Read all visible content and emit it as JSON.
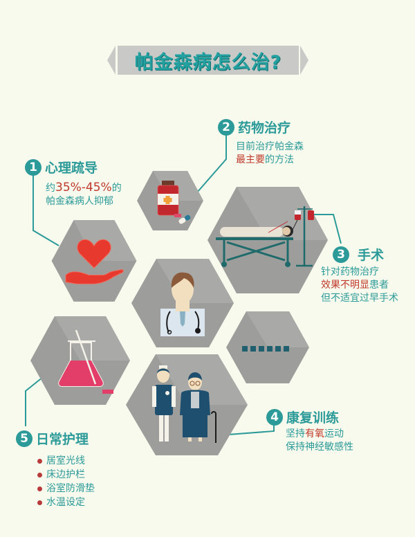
{
  "title": "帕金森病怎么治?",
  "sections": [
    {
      "number": "1",
      "heading": "心理疏导",
      "desc_parts": [
        "约",
        "35%-45%",
        "的"
      ],
      "desc_line2": "帕金森病人抑郁",
      "icon": "heart-in-hand-icon"
    },
    {
      "number": "2",
      "heading": "药物治疗",
      "desc_line1": "目前治疗帕金森",
      "desc_line2_hl": "最主要",
      "desc_line2_rest": "的方法",
      "icon": "medicine-bottle-icon"
    },
    {
      "number": "3",
      "heading": "手术",
      "desc_line1": "针对药物治疗",
      "desc_line2_hl": "效果不明显",
      "desc_line2_rest": "患者",
      "desc_line3": "但不适宜过早手术",
      "icon": "hospital-bed-icon"
    },
    {
      "number": "4",
      "heading": "康复训练",
      "desc_line1_pre": "坚持",
      "desc_line1_hl": "有氧",
      "desc_line1_rest": "运动",
      "desc_line2": "保持神经敏感性",
      "icon": "nurse-elderly-icon"
    },
    {
      "number": "5",
      "heading": "日常护理",
      "items": [
        "居室光线",
        "床边护栏",
        "浴室防滑垫",
        "水温设定"
      ],
      "icon": "flask-icon"
    }
  ],
  "center_icon": "doctor-icon",
  "dots_icon": "ellipsis-squares-icon",
  "colors": {
    "background": "#f8faee",
    "teal": "#2b9a98",
    "red": "#c0392b",
    "hex_gray": "#9d9e9b",
    "navy": "#1f4f6e"
  }
}
